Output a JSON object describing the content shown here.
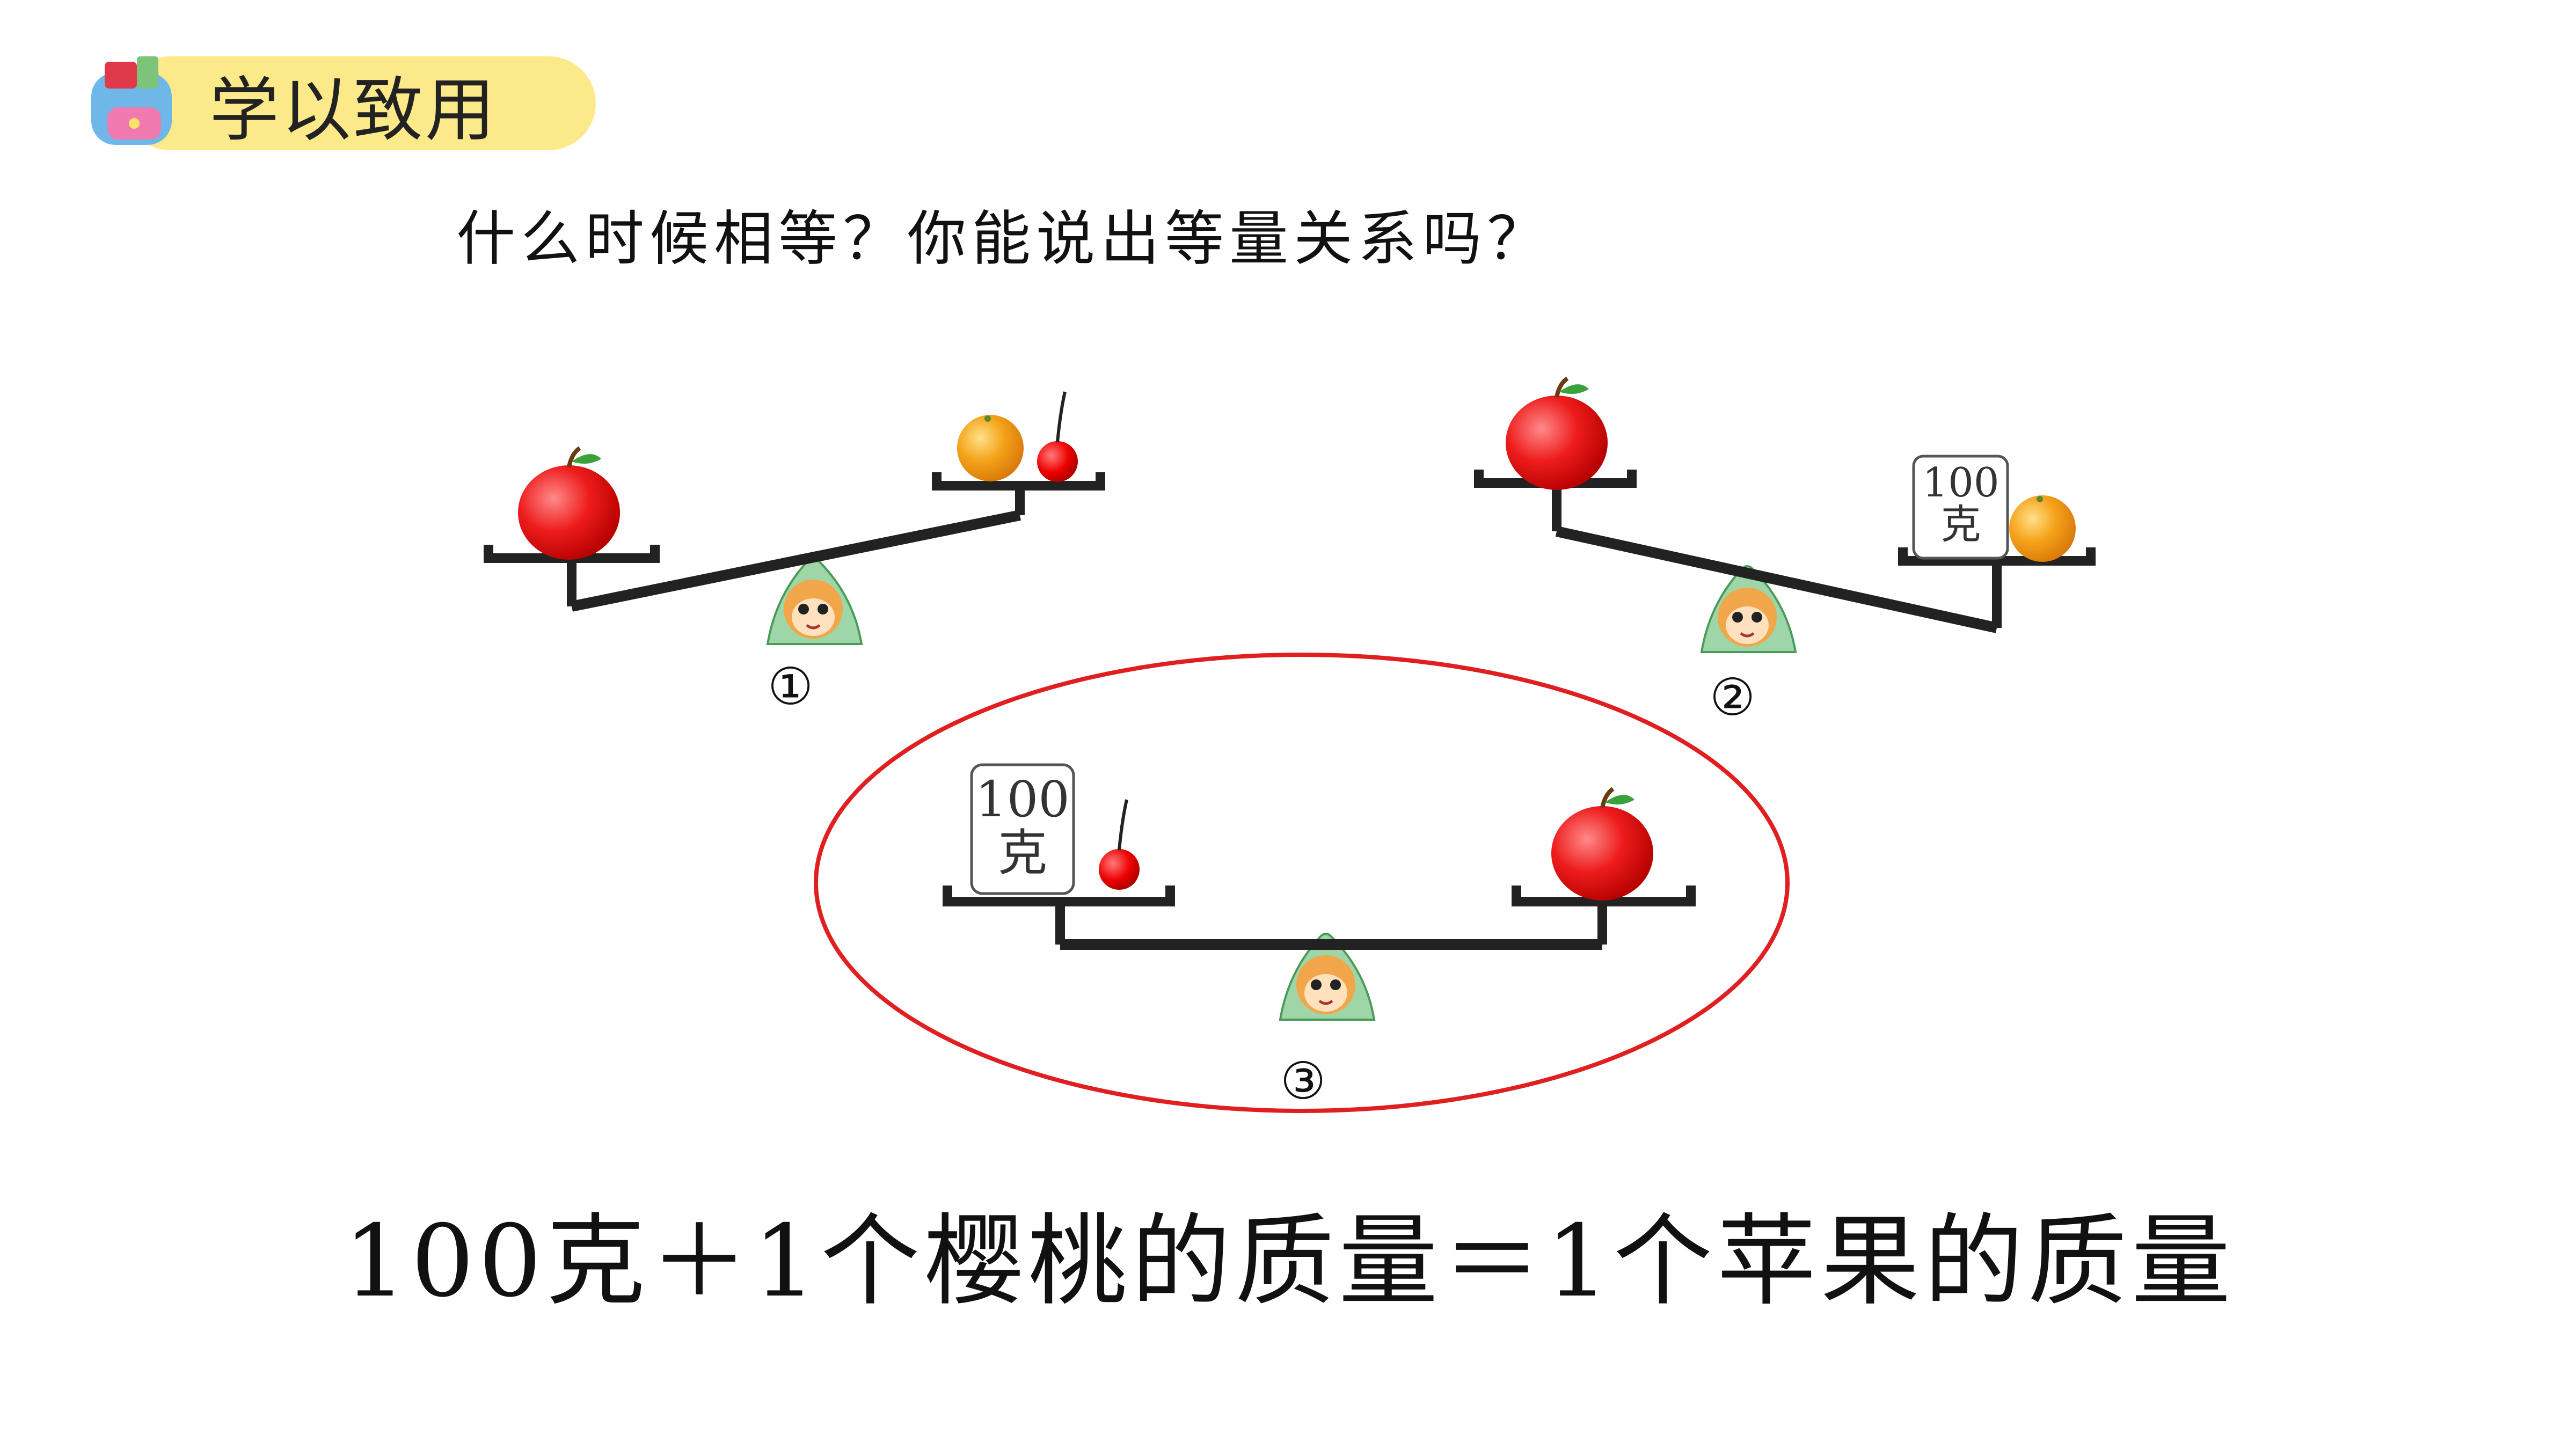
{
  "section_badge": {
    "label": "学以致用",
    "accent_color": "#fce98a"
  },
  "question": "什么时候相等？你能说出等量关系吗？",
  "scales": [
    {
      "number": "①",
      "state": "left heavier",
      "left_pan": [
        "apple"
      ],
      "right_pan": [
        "orange",
        "cherry"
      ]
    },
    {
      "number": "②",
      "state": "right heavier",
      "left_pan": [
        "apple"
      ],
      "right_pan": [
        "weight",
        "orange"
      ],
      "weight_text": {
        "value": "100",
        "unit": "克"
      }
    },
    {
      "number": "③",
      "state": "balanced",
      "left_pan": [
        "weight",
        "cherry"
      ],
      "right_pan": [
        "apple"
      ],
      "weight_text": {
        "value": "100",
        "unit": "克"
      },
      "highlighted": true
    }
  ],
  "highlight_color": "#e02020",
  "equation": "100克＋1个樱桃的质量＝1个苹果的质量"
}
